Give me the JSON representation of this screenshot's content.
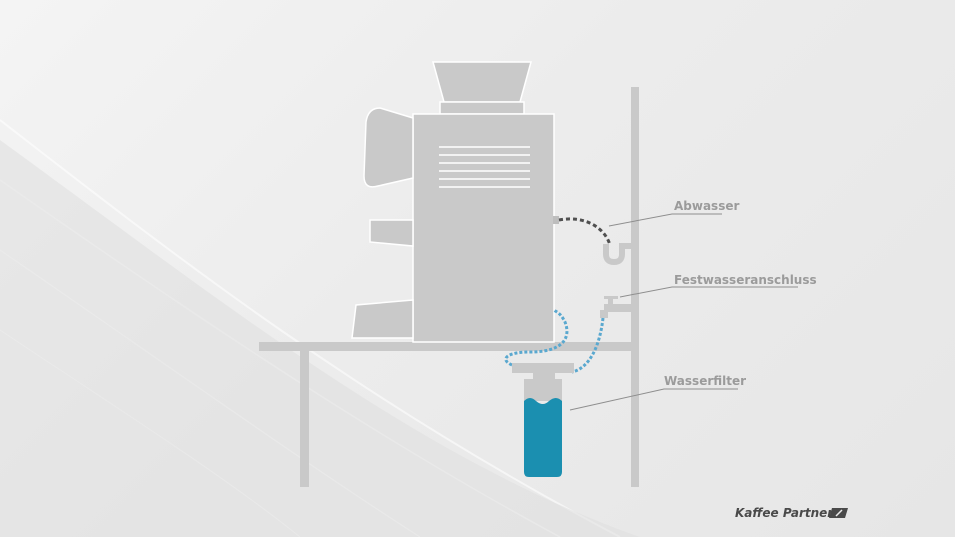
{
  "labels": {
    "drain": "Abwasser",
    "water_connection": "Festwasseranschluss",
    "water_filter": "Wasserfilter"
  },
  "brand": {
    "name": "Kaffee Partner"
  },
  "colors": {
    "background": "#ececec",
    "machine": "#c9c9c9",
    "machine_stroke": "#ffffff",
    "label_text": "#9b9b9b",
    "filter_water": "#1b8fb0",
    "hose_blue": "#5aa8cf",
    "drain_hose": "#4f4f4f",
    "brand_text": "#4a4a4a"
  },
  "icons": {
    "brand_logo": "coffee-bean-badge-icon"
  }
}
